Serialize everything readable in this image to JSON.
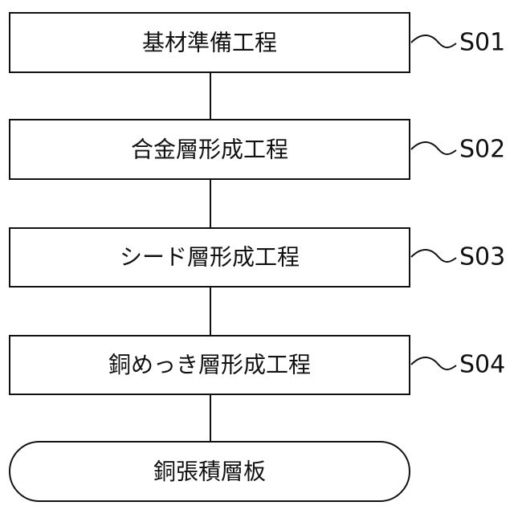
{
  "steps": [
    {
      "label": "基材準備工程",
      "code": "S01"
    },
    {
      "label": "合金層形成工程",
      "code": "S02"
    },
    {
      "label": "シード層形成工程",
      "code": "S03"
    },
    {
      "label": "銅めっき層形成工程",
      "code": "S04"
    }
  ],
  "terminal": {
    "label": "銅張積層板"
  },
  "colors": {
    "stroke": "#111111",
    "text": "#111111",
    "background": "#ffffff"
  }
}
